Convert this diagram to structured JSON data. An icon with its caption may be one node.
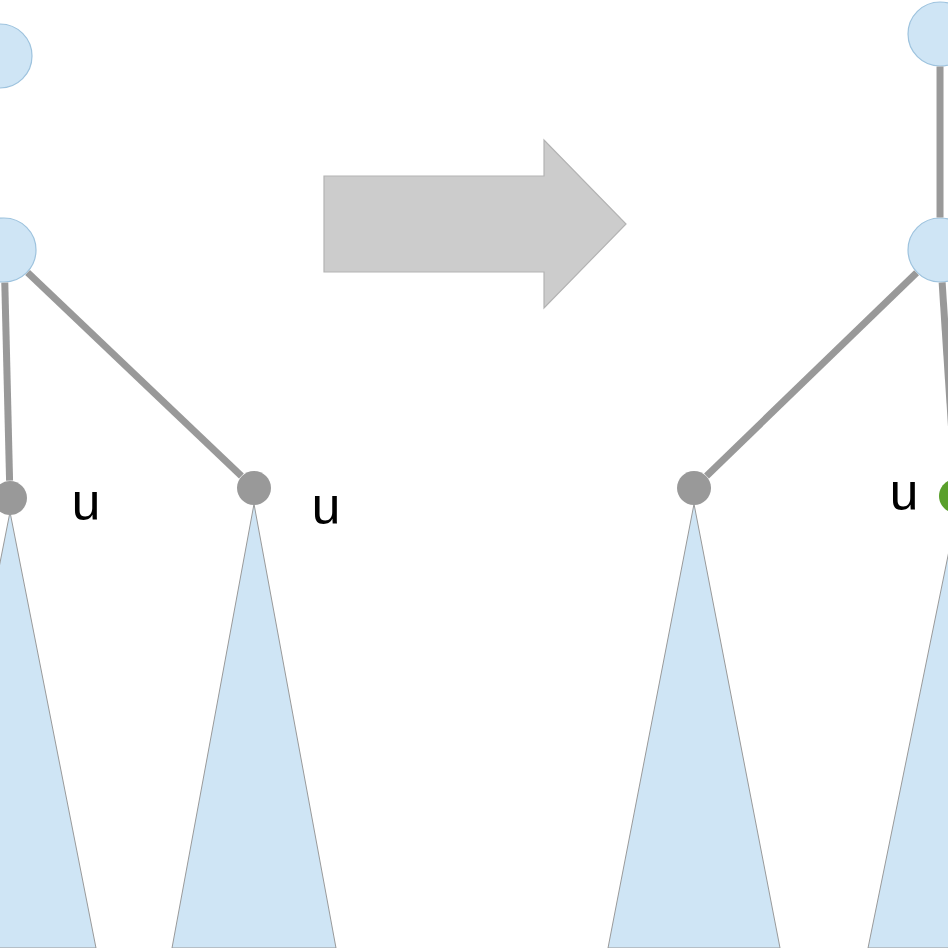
{
  "diagram": {
    "nodes": [
      {
        "text": [],
        "shape": "circle"
      },
      {
        "text": [],
        "shape": "circle"
      },
      {
        "text": [],
        "shape": "circle"
      },
      {
        "text": [],
        "shape": "triangle"
      },
      {
        "text": [],
        "shape": "circle"
      },
      {
        "text": [],
        "shape": "triangle"
      },
      {
        "text": [],
        "shape": "circle"
      },
      {
        "text": [],
        "shape": "circle"
      },
      {
        "text": [],
        "shape": "circle"
      },
      {
        "text": [],
        "shape": "triangle"
      },
      {
        "text": [],
        "shape": "circle",
        "beside": [
          "u"
        ]
      },
      {
        "text": [],
        "shape": "triangle"
      }
    ],
    "edges": [
      {
        "from": 1,
        "to": 2,
        "arrow": "none"
      },
      {
        "from": 1,
        "to": 4,
        "arrow": "none"
      },
      {
        "from": 6,
        "to": 7,
        "arrow": "none"
      },
      {
        "from": 7,
        "to": 8,
        "arrow": "none"
      },
      {
        "from": 7,
        "to": 10,
        "arrow": "none"
      }
    ],
    "labels": [
      "u",
      "u"
    ]
  }
}
